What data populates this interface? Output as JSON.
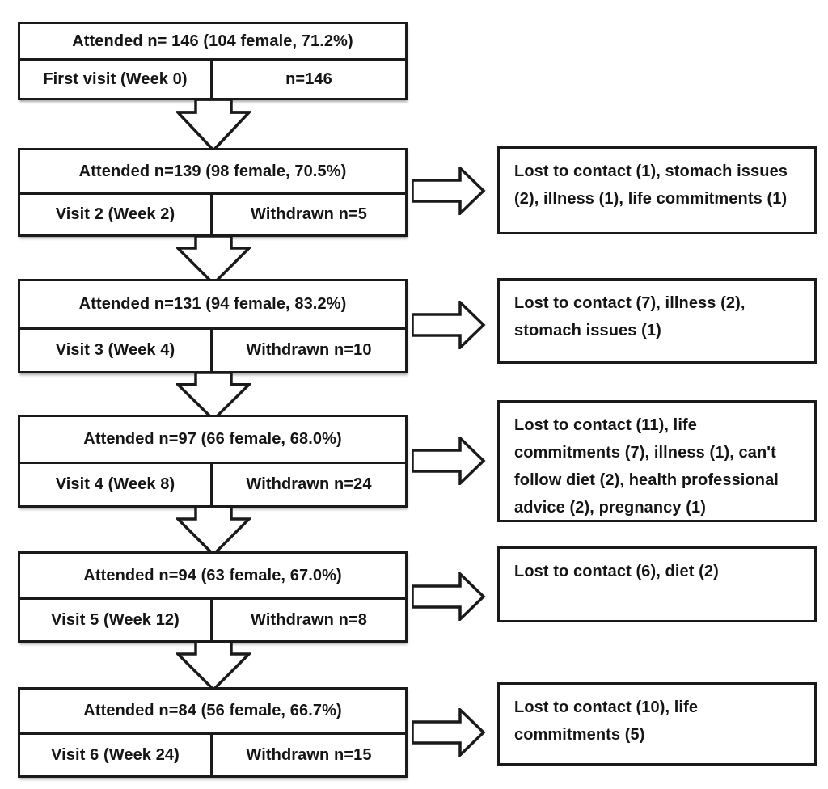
{
  "colors": {
    "line": "#1a1a1a",
    "background": "#ffffff",
    "text": "#151515"
  },
  "stages": [
    {
      "attended": "Attended n= 146 (104 female, 71.2%)",
      "visit": "First visit (Week 0)",
      "right_cell": "n=146",
      "reasons": null
    },
    {
      "attended": "Attended n=139 (98 female, 70.5%)",
      "visit": "Visit 2 (Week 2)",
      "right_cell": "Withdrawn n=5",
      "reasons": "Lost to contact (1), stomach issues (2), illness (1), life commitments (1)"
    },
    {
      "attended": "Attended n=131 (94 female, 83.2%)",
      "visit": "Visit 3 (Week 4)",
      "right_cell": "Withdrawn n=10",
      "reasons": "Lost to contact (7), illness (2), stomach issues (1)"
    },
    {
      "attended": "Attended n=97 (66 female, 68.0%)",
      "visit": "Visit 4 (Week 8)",
      "right_cell": "Withdrawn n=24",
      "reasons": "Lost to contact (11), life commitments (7), illness (1), can't follow diet (2), health professional advice (2), pregnancy (1)"
    },
    {
      "attended": "Attended n=94 (63 female, 67.0%)",
      "visit": "Visit 5 (Week 12)",
      "right_cell": "Withdrawn n=8",
      "reasons": "Lost to contact (6), diet (2)"
    },
    {
      "attended": "Attended n=84 (56 female, 66.7%)",
      "visit": "Visit 6 (Week 24)",
      "right_cell": "Withdrawn n=15",
      "reasons": "Lost to contact (10), life commitments (5)"
    }
  ]
}
